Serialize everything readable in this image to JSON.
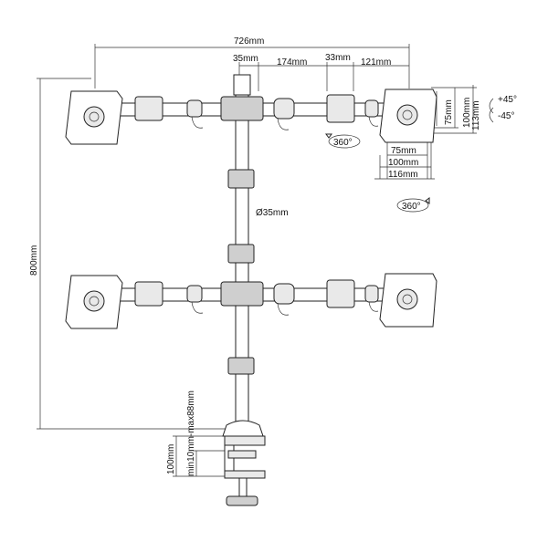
{
  "dimensions": {
    "total_width": "726mm",
    "pole_segment": "35mm",
    "arm_segment": "174mm",
    "joint_width": "33mm",
    "outer_segment": "121mm",
    "total_height": "800mm",
    "pole_diameter": "Ø35mm",
    "clamp_thickness": "min10mm-max88mm",
    "clamp_depth": "100mm",
    "vesa_75": "75mm",
    "vesa_100": "100mm",
    "plate_113": "113mm",
    "plate_116": "116mm"
  },
  "rotation": {
    "tilt_up": "+45°",
    "tilt_down": "-45°",
    "swivel": "360°",
    "rotate": "360°"
  }
}
